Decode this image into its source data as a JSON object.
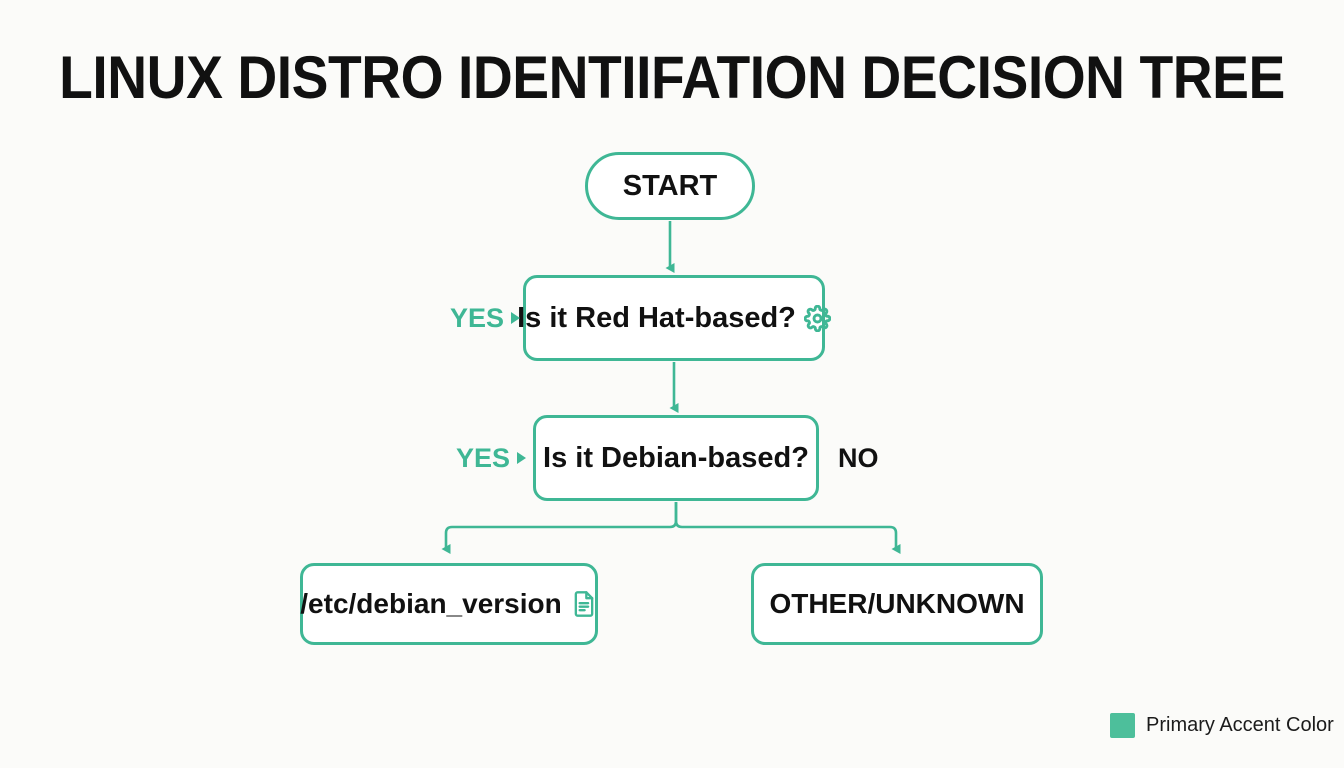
{
  "page": {
    "title": "LINUX DISTRO IDENTIIFATION DECISION TREE",
    "background_color": "#fbfbf9",
    "accent_color": "#3fb795",
    "text_color": "#111111"
  },
  "diagram": {
    "type": "flowchart",
    "nodes": [
      {
        "id": "start",
        "label": "START",
        "shape": "pill",
        "icon": null
      },
      {
        "id": "redhat",
        "label": "Is it Red Hat-based?",
        "shape": "rounded-rect",
        "icon": "gear-icon"
      },
      {
        "id": "debian",
        "label": "Is it Debian-based?",
        "shape": "rounded-rect",
        "icon": null
      },
      {
        "id": "debver",
        "label": "/etc/debian_version",
        "shape": "rounded-rect",
        "icon": "document-icon"
      },
      {
        "id": "other",
        "label": "OTHER/UNKNOWN",
        "shape": "rounded-rect",
        "icon": null
      }
    ],
    "edge_labels": [
      {
        "id": "yes-redhat",
        "text": "YES",
        "marker": "triangle-right",
        "color": "#3fb795",
        "attached_to": "redhat",
        "side": "left"
      },
      {
        "id": "yes-debian",
        "text": "YES",
        "marker": "triangle-right",
        "color": "#3fb795",
        "attached_to": "debian",
        "side": "left"
      },
      {
        "id": "no-debian",
        "text": "NO",
        "marker": null,
        "color": "#111111",
        "attached_to": "debian",
        "side": "right"
      }
    ],
    "edges": [
      {
        "from": "start",
        "to": "redhat",
        "label": null
      },
      {
        "from": "redhat",
        "to": "debian",
        "label": null
      },
      {
        "from": "debian",
        "to": "debver",
        "label": "YES"
      },
      {
        "from": "debian",
        "to": "other",
        "label": "NO"
      }
    ]
  },
  "legend": {
    "swatch_color": "#4dbf9b",
    "label": "Primary Accent Color"
  }
}
